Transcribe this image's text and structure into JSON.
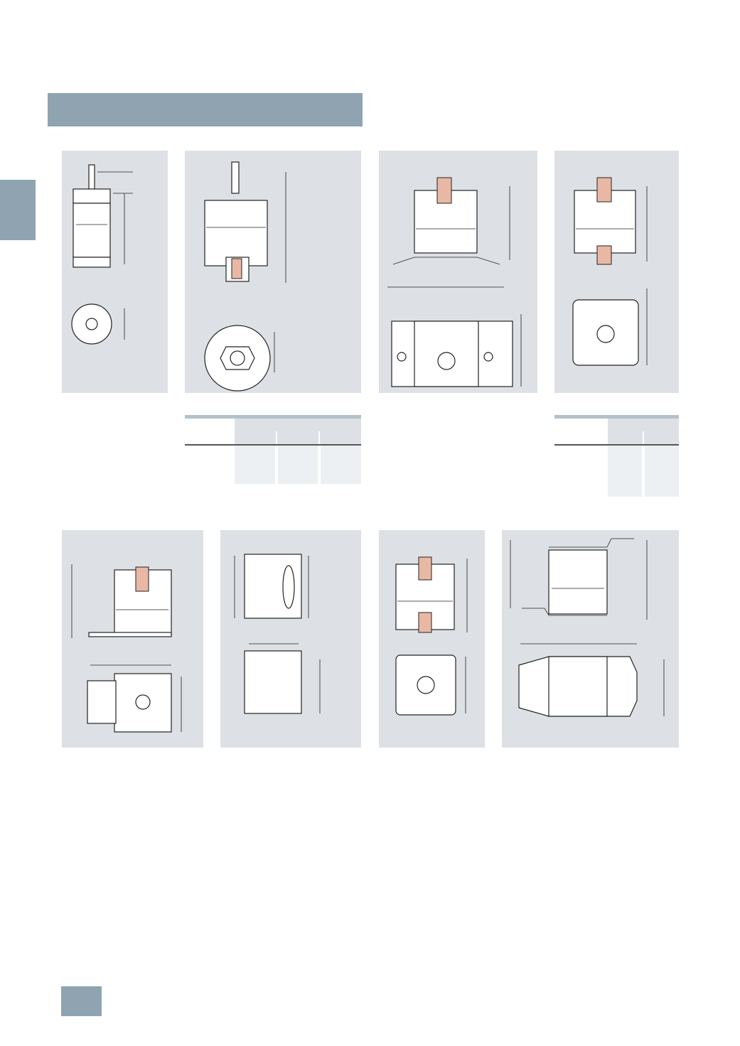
{
  "colors": {
    "header_bar": "#8fa4b0",
    "side_tab": "#8fa4b0",
    "page_number_box": "#8fa4b0",
    "drawing_panel": "#dde1e5",
    "table_header": "#dde1e5",
    "table_body": "#edf0f2",
    "table_top_rule": "#b3c1ca"
  },
  "drawings": [
    {
      "id": "fuse-round-top"
    },
    {
      "id": "fuse-round-flange"
    },
    {
      "id": "fuse-square-bolted-plate"
    },
    {
      "id": "fuse-square-bolted"
    },
    {
      "id": "fuse-angled-plate"
    },
    {
      "id": "fuse-side-slotted"
    },
    {
      "id": "fuse-square-small"
    },
    {
      "id": "fuse-bent-tags"
    }
  ]
}
